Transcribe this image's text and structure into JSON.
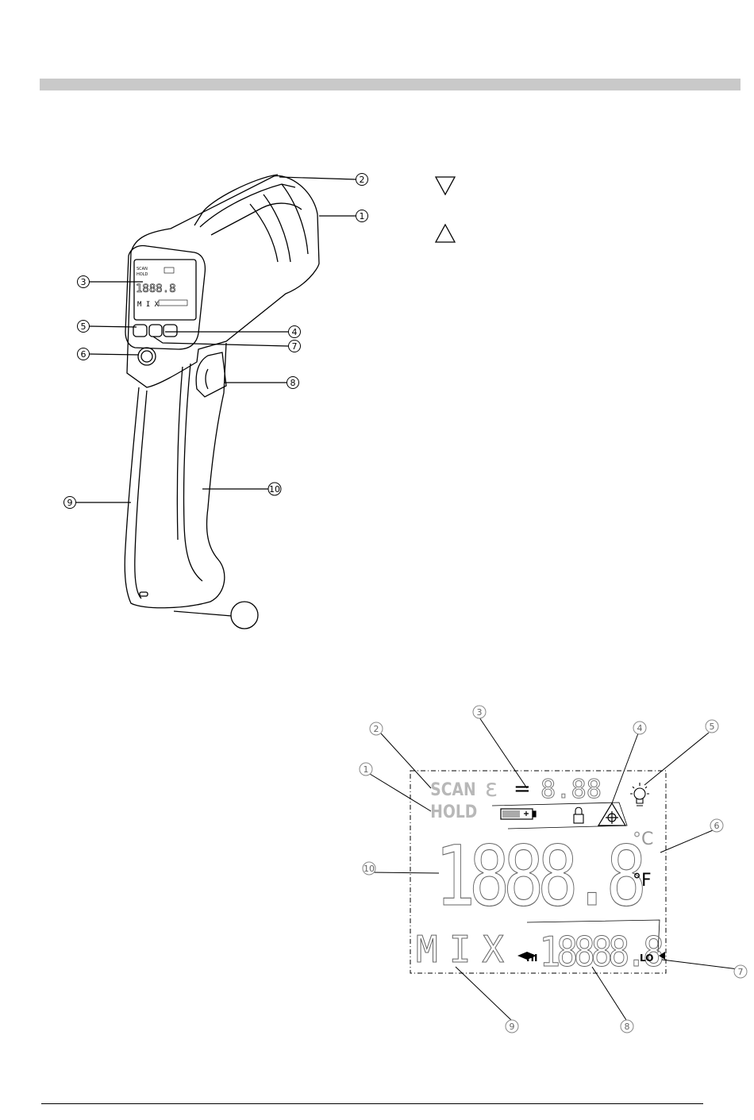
{
  "device_callouts": [
    {
      "id": "1",
      "label": "1"
    },
    {
      "id": "2",
      "label": "2"
    },
    {
      "id": "3",
      "label": "3"
    },
    {
      "id": "4",
      "label": "4"
    },
    {
      "id": "5",
      "label": "5"
    },
    {
      "id": "6",
      "label": "6"
    },
    {
      "id": "7",
      "label": "7"
    },
    {
      "id": "8",
      "label": "8"
    },
    {
      "id": "9",
      "label": "9"
    },
    {
      "id": "10",
      "label": "10"
    },
    {
      "id": "11",
      "label": ""
    }
  ],
  "lcd_callouts": [
    {
      "id": "1",
      "label": "1"
    },
    {
      "id": "2",
      "label": "2"
    },
    {
      "id": "3",
      "label": "3"
    },
    {
      "id": "4",
      "label": "4"
    },
    {
      "id": "5",
      "label": "5"
    },
    {
      "id": "6",
      "label": "6"
    },
    {
      "id": "7",
      "label": "7"
    },
    {
      "id": "8",
      "label": "8"
    },
    {
      "id": "9",
      "label": "9"
    },
    {
      "id": "10",
      "label": "10"
    }
  ],
  "lcd": {
    "scan": "SCAN",
    "hold": "HOLD",
    "epsilon": "ε",
    "equals": "=",
    "emissivity": "8.88",
    "main_digits": "1888.8",
    "unit_c": "°C",
    "unit_f": "°F",
    "mode": "MIX",
    "hi": "HI",
    "lo": "LO",
    "sub_digits": "18888.8"
  },
  "device_lcd": {
    "scan": "SCAN",
    "hold": "HOLD",
    "digits": "1888.8",
    "mode": "M I X"
  }
}
